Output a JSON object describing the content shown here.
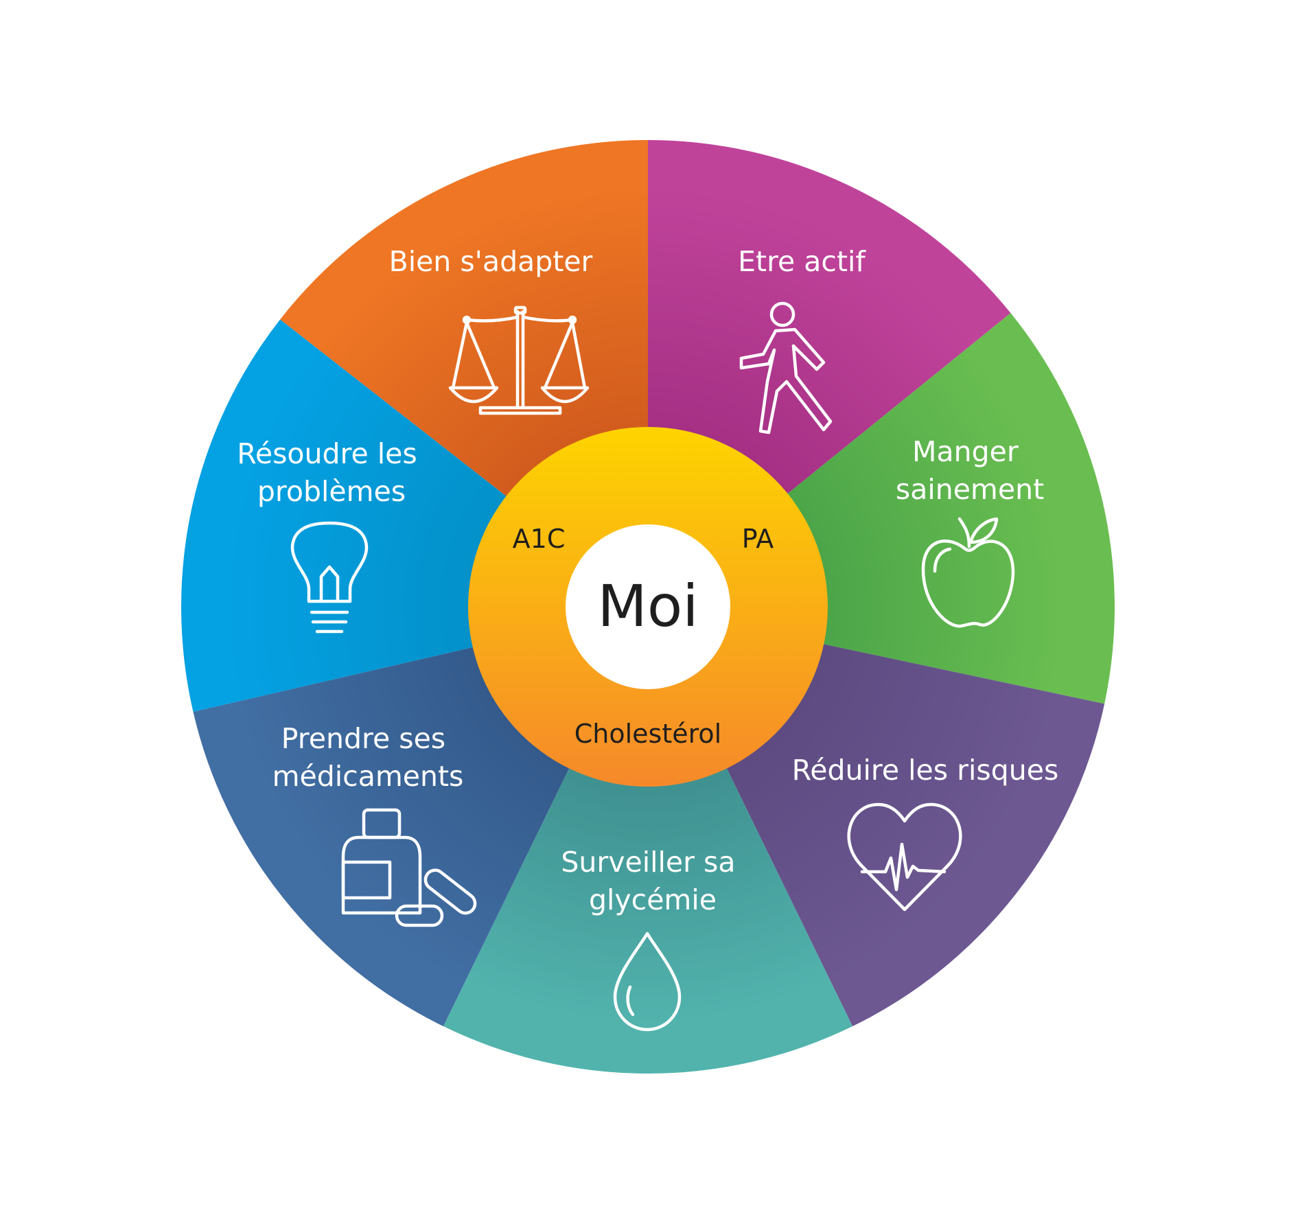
{
  "center": {
    "label": "Moi"
  },
  "metrics": {
    "a1c": "A1C",
    "pa": "PA",
    "cholesterol": "Cholestérol"
  },
  "segments": [
    {
      "id": "etre-actif",
      "lines": [
        "Etre actif"
      ],
      "icon": "walking-person-icon",
      "color": "#c0439a",
      "color_dark": "#a32f83"
    },
    {
      "id": "manger-sainement",
      "lines": [
        "Manger",
        "sainement"
      ],
      "icon": "apple-icon",
      "color": "#6abe51",
      "color_dark": "#4aa448"
    },
    {
      "id": "reduire-risques",
      "lines": [
        "Réduire les risques"
      ],
      "icon": "heart-pulse-icon",
      "color": "#6d5892",
      "color_dark": "#5c4a80"
    },
    {
      "id": "surveiller-glycemie",
      "lines": [
        "Surveiller sa",
        "glycémie"
      ],
      "icon": "drop-icon",
      "color": "#52b3ad",
      "color_dark": "#3e8f8f"
    },
    {
      "id": "prendre-medicaments",
      "lines": [
        "Prendre ses",
        "médicaments"
      ],
      "icon": "pill-bottle-icon",
      "color": "#416ea3",
      "color_dark": "#33598a"
    },
    {
      "id": "resoudre-problemes",
      "lines": [
        "Résoudre les",
        "problèmes"
      ],
      "icon": "light-bulb-icon",
      "color": "#04a1e3",
      "color_dark": "#0390c8"
    },
    {
      "id": "bien-adapter",
      "lines": [
        "Bien s'adapter"
      ],
      "icon": "scales-icon",
      "color": "#ee7624",
      "color_dark": "#d05a1d"
    }
  ],
  "ring_colors": {
    "top": "#fed400",
    "bottom": "#f6892b"
  }
}
